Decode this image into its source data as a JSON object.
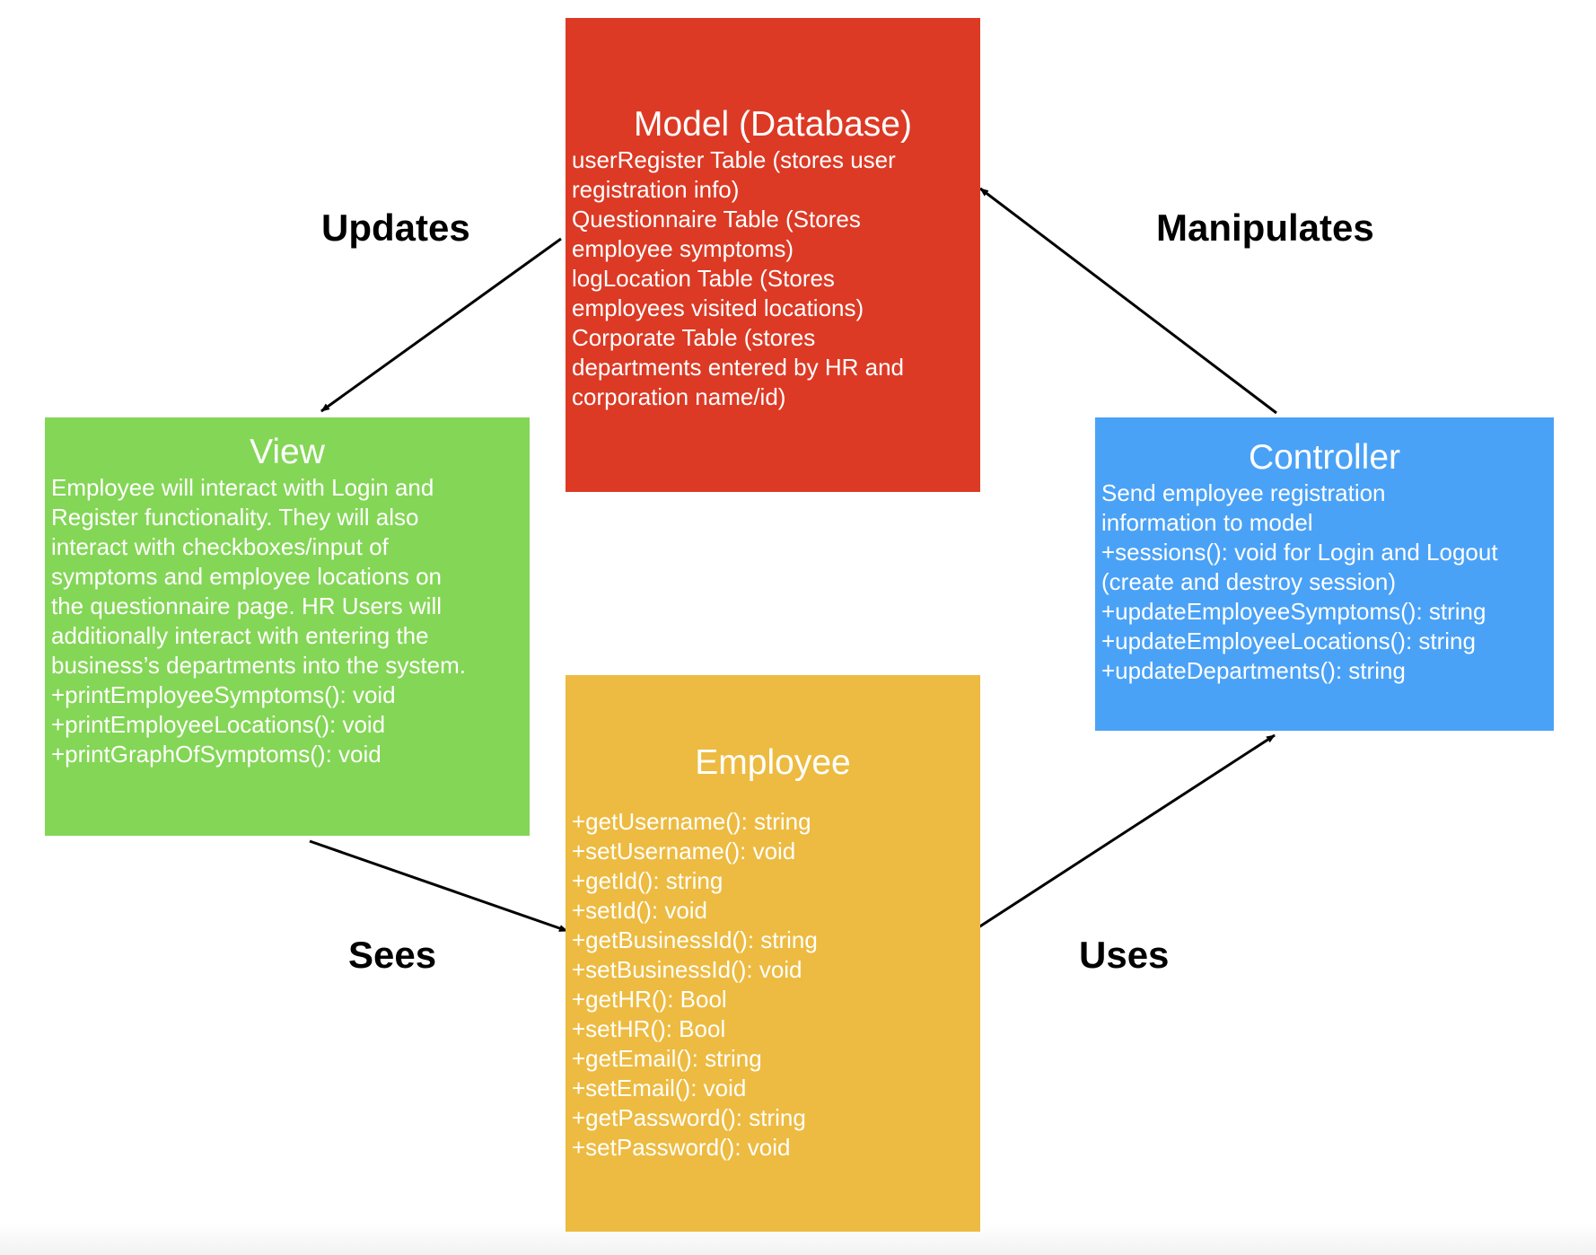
{
  "nodes": {
    "model": {
      "title": "Model (Database)",
      "body": "userRegister Table (stores user\nregistration info)\nQuestionnaire Table (Stores\nemployee symptoms)\nlogLocation Table (Stores\nemployees visited locations)\nCorporate Table (stores\ndepartments entered by HR and\ncorporation name/id)",
      "color": "#dc3a25"
    },
    "view": {
      "title": "View",
      "body": "Employee will interact with Login and\nRegister functionality. They will also\ninteract with checkboxes/input of\nsymptoms and employee locations on\nthe questionnaire page.  HR Users will\nadditionally interact with entering the\nbusiness’s departments into the system.\n+printEmployeeSymptoms(): void\n+printEmployeeLocations(): void\n+printGraphOfSymptoms(): void",
      "color": "#84d656"
    },
    "controller": {
      "title": "Controller",
      "body": "Send employee registration\ninformation to model\n+sessions(): void for Login and Logout\n(create and destroy session)\n+updateEmployeeSymptoms(): string\n+updateEmployeeLocations(): string\n+updateDepartments(): string",
      "color": "#4aa2f7"
    },
    "employee": {
      "title": "Employee",
      "body": "+getUsername(): string\n+setUsername(): void\n+getId(): string\n+setId(): void\n+getBusinessId(): string\n+setBusinessId(): void\n+getHR(): Bool\n+setHR(): Bool\n+getEmail(): string\n+setEmail(): void\n+getPassword(): string\n+setPassword(): void",
      "color": "#edbb41"
    }
  },
  "edges": [
    {
      "from": "model",
      "to": "view",
      "label": "Updates"
    },
    {
      "from": "controller",
      "to": "model",
      "label": "Manipulates"
    },
    {
      "from": "view",
      "to": "employee",
      "label": "Sees"
    },
    {
      "from": "employee",
      "to": "controller",
      "label": "Uses"
    }
  ]
}
